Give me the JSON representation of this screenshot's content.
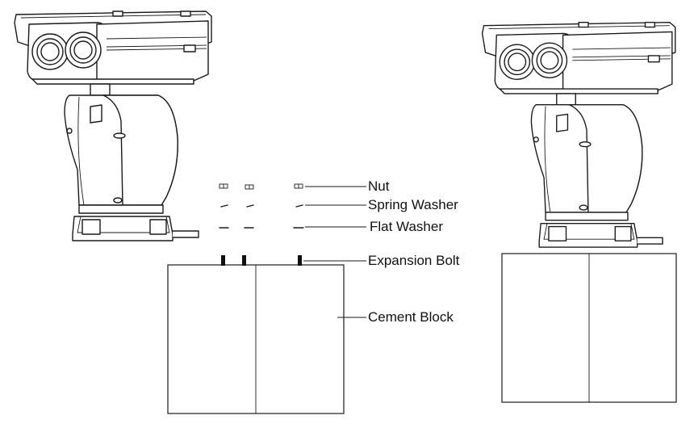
{
  "labels": {
    "nut": "Nut",
    "spring_washer": "Spring Washer",
    "flat_washer": "Flat Washer",
    "expansion_bolt": "Expansion Bolt",
    "cement_block": "Cement Block"
  }
}
